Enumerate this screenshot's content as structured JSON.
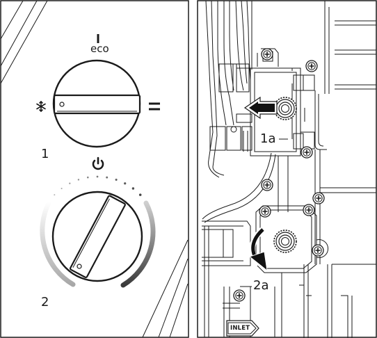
{
  "left_panel": {
    "eco_label": "eco",
    "label_1": "1",
    "label_2": "2",
    "icons": [
      "snowflake-icon",
      "equals-icon",
      "power-icon"
    ]
  },
  "right_panel": {
    "label_1a": "1a",
    "label_2a": "2a",
    "inlet_label": "INLET",
    "icons": [
      "screw-icon",
      "arrow-left-icon",
      "rotate-arrow-icon"
    ]
  },
  "colors": {
    "line": "#1a1a1a",
    "ring_gray": "#9a9a9a",
    "ring_dark": "#4a4a4a"
  }
}
